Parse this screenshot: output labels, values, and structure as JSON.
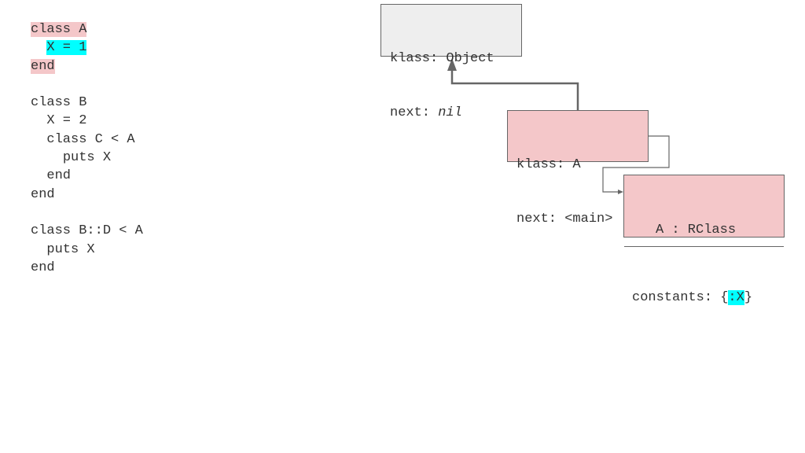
{
  "code": {
    "lines": [
      {
        "text": "class A",
        "highlight": "pink"
      },
      {
        "text": "  X = 1",
        "highlight": "cyan"
      },
      {
        "text": "end",
        "highlight": "pink"
      },
      {
        "text": "",
        "highlight": ""
      },
      {
        "text": "class B",
        "highlight": ""
      },
      {
        "text": "  X = 2",
        "highlight": ""
      },
      {
        "text": "  class C < A",
        "highlight": ""
      },
      {
        "text": "    puts X",
        "highlight": ""
      },
      {
        "text": "  end",
        "highlight": ""
      },
      {
        "text": "end",
        "highlight": ""
      },
      {
        "text": "",
        "highlight": ""
      },
      {
        "text": "class B::D < A",
        "highlight": ""
      },
      {
        "text": "  puts X",
        "highlight": ""
      },
      {
        "text": "end",
        "highlight": ""
      }
    ]
  },
  "diagram": {
    "object_box": {
      "klass_label": "klass: Object",
      "next_prefix": "next: ",
      "next_value": "nil"
    },
    "a_box": {
      "klass_label": "klass: A",
      "next_label": "next: <main>"
    },
    "rclass_box": {
      "title": "A : RClass",
      "constants_prefix": "constants: {",
      "constants_key": ":X",
      "constants_suffix": "}"
    }
  },
  "colors": {
    "pink": "#f4c7c9",
    "cyan": "#00ffff",
    "gray_box": "#eeeeee",
    "stroke": "#666666"
  }
}
